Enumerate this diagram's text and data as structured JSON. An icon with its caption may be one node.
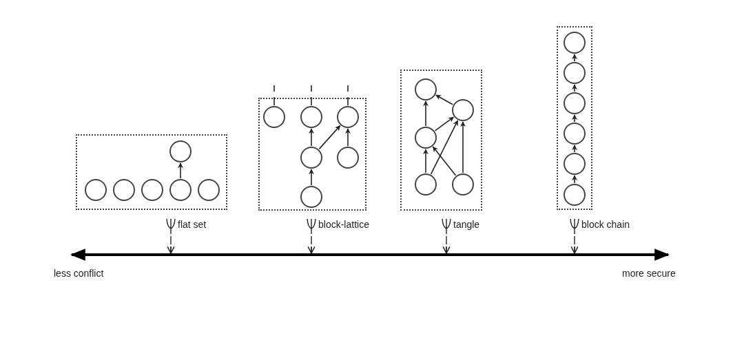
{
  "diagram": {
    "nodes": [
      {
        "text": [],
        "shape": "box"
      },
      {
        "text": [],
        "shape": "circle",
        "in": 0
      },
      {
        "text": [],
        "shape": "circle",
        "in": 0
      },
      {
        "text": [],
        "shape": "circle",
        "in": 0
      },
      {
        "text": [],
        "shape": "circle",
        "in": 0
      },
      {
        "text": [],
        "shape": "circle",
        "in": 0
      },
      {
        "text": [],
        "shape": "circle",
        "in": 0
      },
      {
        "text": [],
        "shape": "box"
      },
      {
        "text": [],
        "shape": "circle",
        "in": 7
      },
      {
        "text": [],
        "shape": "circle",
        "in": 7
      },
      {
        "text": [],
        "shape": "circle",
        "in": 7
      },
      {
        "text": [],
        "shape": "circle",
        "in": 7
      },
      {
        "text": [],
        "shape": "circle",
        "in": 7
      },
      {
        "text": [],
        "shape": "circle",
        "in": 7
      },
      {
        "text": [],
        "shape": "box"
      },
      {
        "text": [],
        "shape": "circle",
        "in": 14
      },
      {
        "text": [],
        "shape": "circle",
        "in": 14
      },
      {
        "text": [],
        "shape": "circle",
        "in": 14
      },
      {
        "text": [],
        "shape": "circle",
        "in": 14
      },
      {
        "text": [],
        "shape": "circle",
        "in": 14
      },
      {
        "text": [],
        "shape": "box"
      },
      {
        "text": [],
        "shape": "circle",
        "in": 20
      },
      {
        "text": [],
        "shape": "circle",
        "in": 20
      },
      {
        "text": [],
        "shape": "circle",
        "in": 20
      },
      {
        "text": [],
        "shape": "circle",
        "in": 20
      },
      {
        "text": [],
        "shape": "circle",
        "in": 20
      },
      {
        "text": [],
        "shape": "circle",
        "in": 20
      }
    ],
    "edges": [
      {
        "from": 5,
        "to": 1,
        "arrow": "to"
      },
      {
        "from": 8,
        "to": null,
        "arrow": "none",
        "style": "dashed"
      },
      {
        "from": 9,
        "to": null,
        "arrow": "none",
        "style": "dashed"
      },
      {
        "from": 10,
        "to": null,
        "arrow": "none",
        "style": "dashed"
      },
      {
        "from": 13,
        "to": 11,
        "arrow": "to"
      },
      {
        "from": 11,
        "to": 9,
        "arrow": "to"
      },
      {
        "from": 11,
        "to": 10,
        "arrow": "to"
      },
      {
        "from": 12,
        "to": 10,
        "arrow": "to"
      },
      {
        "from": 17,
        "to": 15,
        "arrow": "to"
      },
      {
        "from": 16,
        "to": 15,
        "arrow": "to"
      },
      {
        "from": 17,
        "to": 16,
        "arrow": "to"
      },
      {
        "from": 18,
        "to": 17,
        "arrow": "to"
      },
      {
        "from": 19,
        "to": 17,
        "arrow": "to"
      },
      {
        "from": 18,
        "to": 16,
        "arrow": "to"
      },
      {
        "from": 19,
        "to": 16,
        "arrow": "to"
      },
      {
        "from": 26,
        "to": 25,
        "arrow": "to"
      },
      {
        "from": 25,
        "to": 24,
        "arrow": "to"
      },
      {
        "from": 24,
        "to": 23,
        "arrow": "to"
      },
      {
        "from": 23,
        "to": 22,
        "arrow": "to"
      },
      {
        "from": 22,
        "to": 21,
        "arrow": "to"
      }
    ],
    "labels": [
      "flat set",
      "block-lattice",
      "tangle",
      "block chain",
      "less conflict",
      "more secure"
    ]
  }
}
